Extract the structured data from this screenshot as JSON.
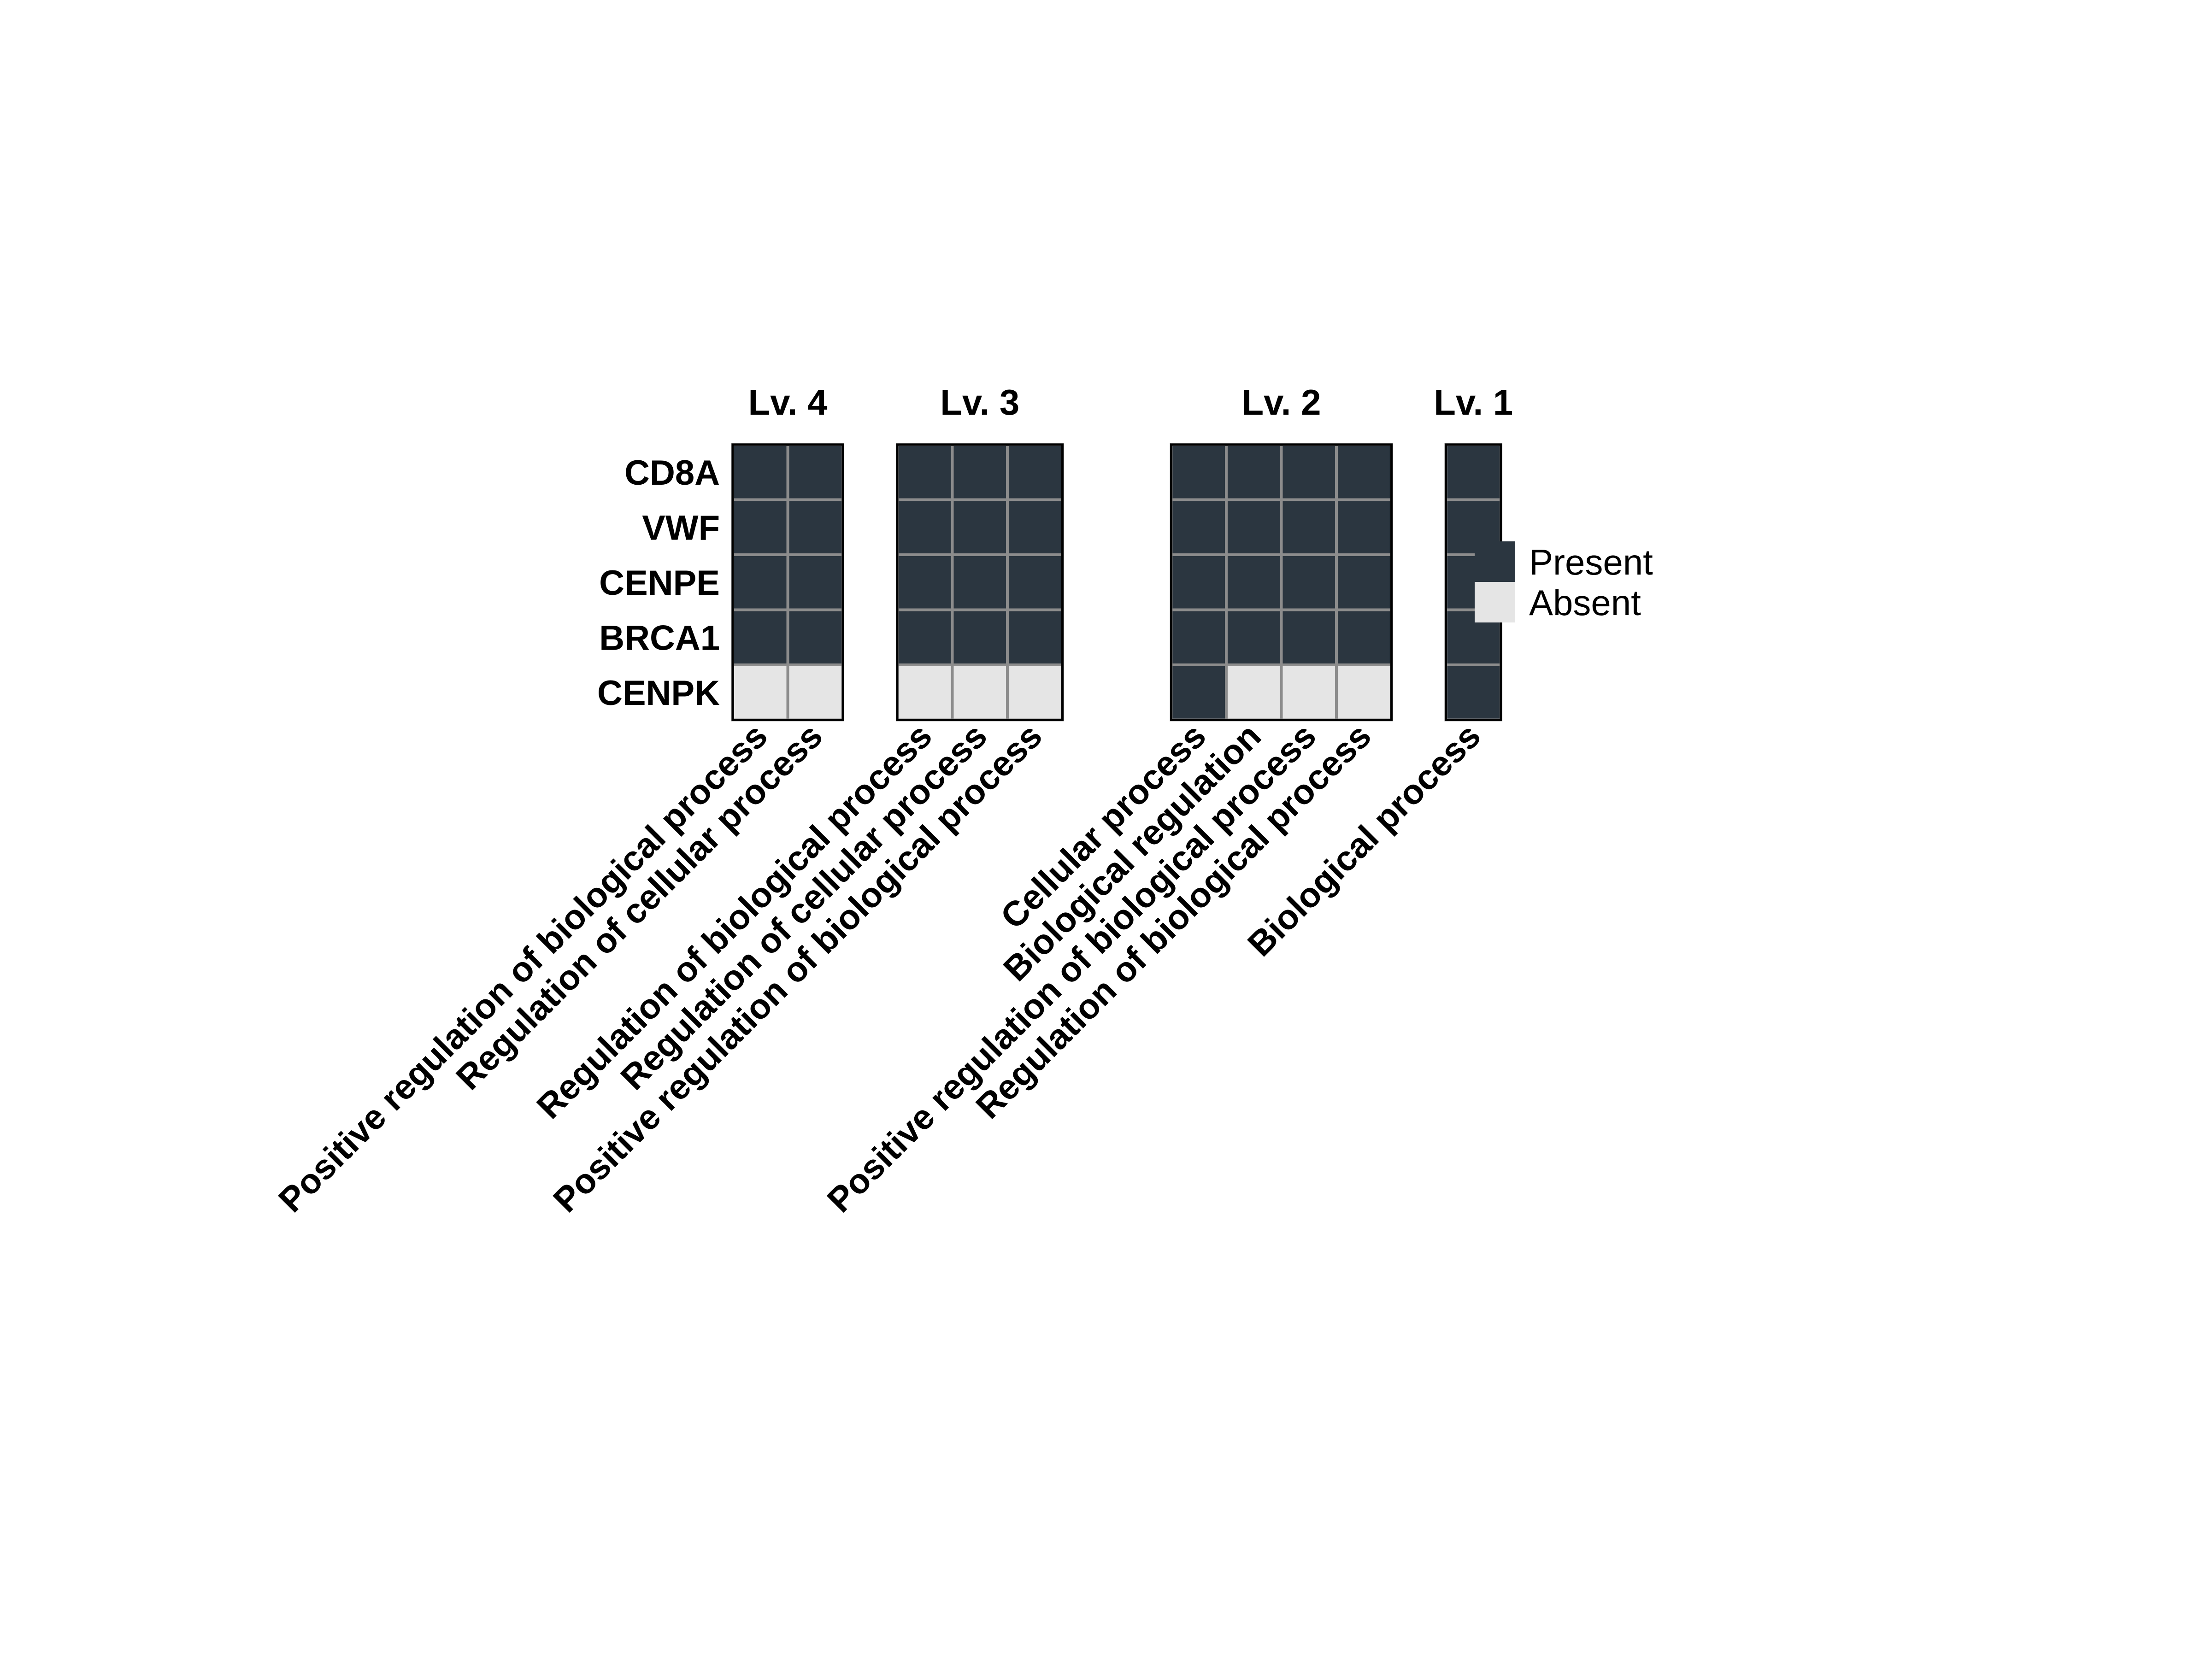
{
  "chart_data": {
    "type": "heatmap",
    "rows": [
      "CD8A",
      "VWF",
      "CENPE",
      "BRCA1",
      "CENPK"
    ],
    "panels": [
      {
        "title": "Lv. 4",
        "columns": [
          "Positive regulation of biological process",
          "Regulation of cellular process"
        ],
        "values": [
          [
            1,
            1
          ],
          [
            1,
            1
          ],
          [
            1,
            1
          ],
          [
            1,
            1
          ],
          [
            0,
            0
          ]
        ]
      },
      {
        "title": "Lv. 3",
        "columns": [
          "Regulation of biological process",
          "Regulation of cellular process",
          "Positive regulation of biological process"
        ],
        "values": [
          [
            1,
            1,
            1
          ],
          [
            1,
            1,
            1
          ],
          [
            1,
            1,
            1
          ],
          [
            1,
            1,
            1
          ],
          [
            0,
            0,
            0
          ]
        ]
      },
      {
        "title": "Lv. 2",
        "columns": [
          "Cellular process",
          "Biological regulation",
          "Positive regulation of biological process",
          "Regulation of biological process"
        ],
        "values": [
          [
            1,
            1,
            1,
            1
          ],
          [
            1,
            1,
            1,
            1
          ],
          [
            1,
            1,
            1,
            1
          ],
          [
            1,
            1,
            1,
            1
          ],
          [
            1,
            0,
            0,
            0
          ]
        ]
      },
      {
        "title": "Lv. 1",
        "columns": [
          "Biological process"
        ],
        "values": [
          [
            1
          ],
          [
            1
          ],
          [
            1
          ],
          [
            1
          ],
          [
            1
          ]
        ]
      }
    ],
    "legend": {
      "position": "right",
      "items": [
        {
          "label": "Present",
          "value": 1,
          "color": "#2b3640"
        },
        {
          "label": "Absent",
          "value": 0,
          "color": "#e5e5e5"
        }
      ]
    },
    "grid_color": "#8c8c8c",
    "border_color": "#000000"
  }
}
